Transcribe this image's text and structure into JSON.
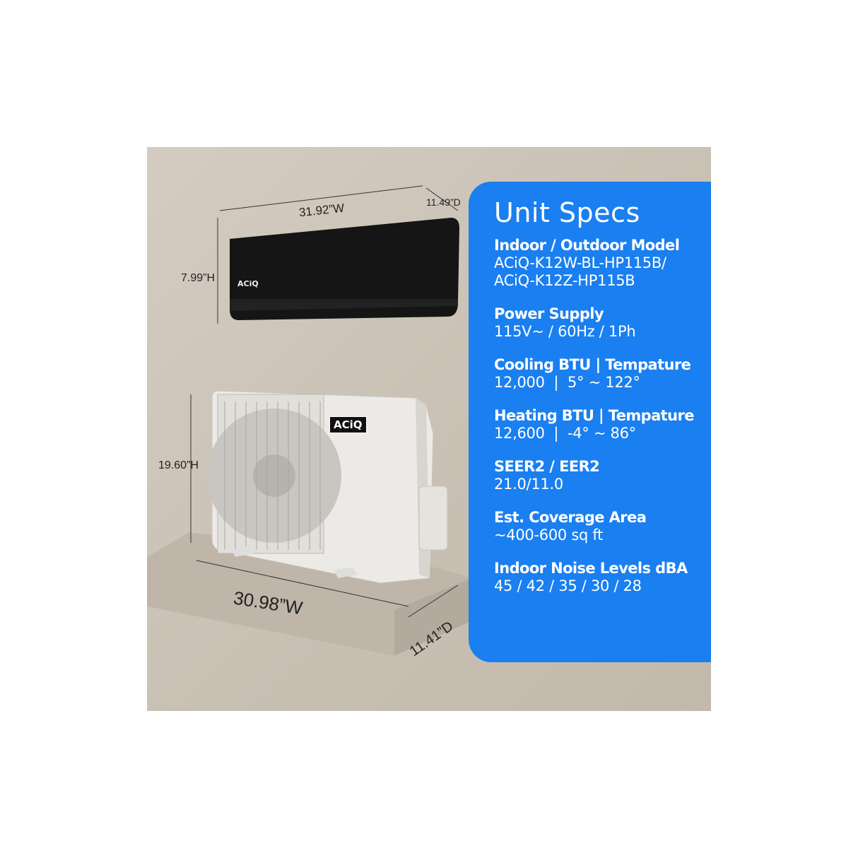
{
  "dimensions": {
    "indoor_width": "31.92”W",
    "indoor_depth": "11.49”D",
    "indoor_height": "7.99”H",
    "outdoor_height": "19.60”H",
    "outdoor_width": "30.98”W",
    "outdoor_depth": "11.41”D"
  },
  "logo": "ACiQ",
  "panel": {
    "title": "Unit Specs",
    "specs": [
      {
        "label": "Indoor / Outdoor Model",
        "value": "ACiQ-K12W-BL-HP115B/",
        "value2": "ACiQ-K12Z-HP115B"
      },
      {
        "label": "Power Supply",
        "value": "115V~ / 60Hz / 1Ph"
      },
      {
        "label": "Cooling BTU | Tempature",
        "value": "12,000  |  5° ~ 122°"
      },
      {
        "label": "Heating BTU | Tempature",
        "value": "12,600  |  -4° ~ 86°"
      },
      {
        "label": "SEER2 / EER2",
        "value": "21.0/11.0"
      },
      {
        "label": "Est. Coverage Area",
        "value": "~400-600 sq ft"
      },
      {
        "label": "Indoor Noise Levels dBA",
        "value": "45 / 42 / 35 / 30 / 28"
      }
    ],
    "color": "#1a7ff0"
  }
}
